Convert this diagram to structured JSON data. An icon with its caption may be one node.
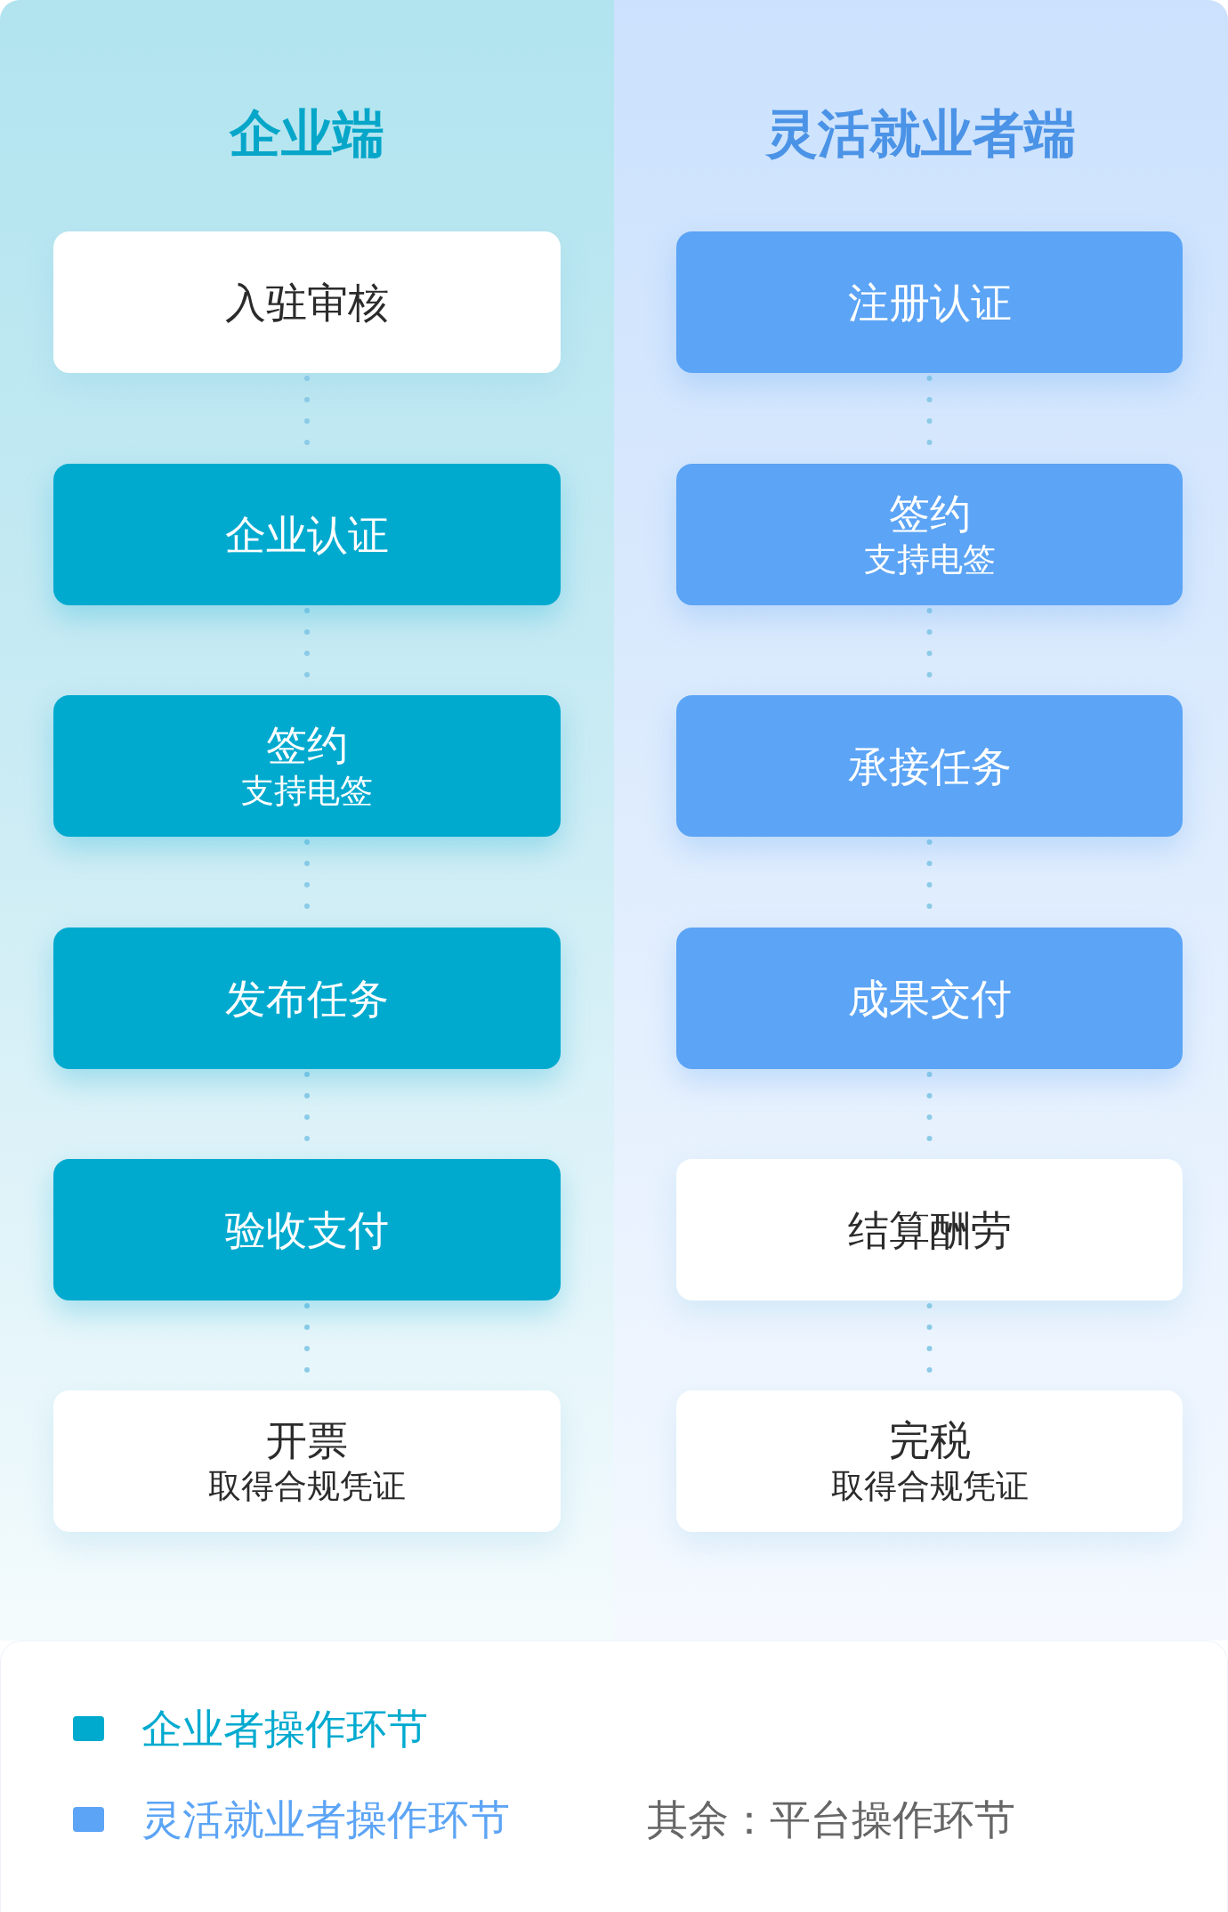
{
  "diagram": {
    "nodes": [
      {
        "text": [
          "企业端"
        ]
      },
      {
        "text": [
          "入驻审核"
        ],
        "in": 0
      },
      {
        "text": [
          "企业认证"
        ],
        "in": 0
      },
      {
        "text": [
          "签约",
          "支持电签"
        ],
        "in": 0
      },
      {
        "text": [
          "发布任务"
        ],
        "in": 0
      },
      {
        "text": [
          "验收支付"
        ],
        "in": 0
      },
      {
        "text": [
          "开票",
          "取得合规凭证"
        ],
        "in": 0
      },
      {
        "text": [
          "灵活就业者端"
        ]
      },
      {
        "text": [
          "注册认证"
        ],
        "in": 7
      },
      {
        "text": [
          "签约",
          "支持电签"
        ],
        "in": 7
      },
      {
        "text": [
          "承接任务"
        ],
        "in": 7
      },
      {
        "text": [
          "成果交付"
        ],
        "in": 7
      },
      {
        "text": [
          "结算酬劳"
        ],
        "in": 7
      },
      {
        "text": [
          "完税",
          "取得合规凭证"
        ],
        "in": 7
      }
    ],
    "edges": [
      {
        "from": 1,
        "to": 2,
        "arrow": "none",
        "style": "dashed"
      },
      {
        "from": 2,
        "to": 3,
        "arrow": "none",
        "style": "dashed"
      },
      {
        "from": 3,
        "to": 4,
        "arrow": "none",
        "style": "dashed"
      },
      {
        "from": 4,
        "to": 5,
        "arrow": "none",
        "style": "dashed"
      },
      {
        "from": 5,
        "to": 6,
        "arrow": "none",
        "style": "dashed"
      },
      {
        "from": 8,
        "to": 9,
        "arrow": "none",
        "style": "dashed"
      },
      {
        "from": 9,
        "to": 10,
        "arrow": "none",
        "style": "dashed"
      },
      {
        "from": 10,
        "to": 11,
        "arrow": "none",
        "style": "dashed"
      },
      {
        "from": 11,
        "to": 12,
        "arrow": "none",
        "style": "dashed"
      },
      {
        "from": 12,
        "to": 13,
        "arrow": "none",
        "style": "dashed"
      }
    ],
    "labels": [
      "其余：平台操作环节"
    ],
    "legend": [
      {
        "text": "企业者操作环节",
        "color": "#00aacf"
      },
      {
        "text": "灵活就业者操作环节",
        "color": "#5ca4f5"
      }
    ]
  }
}
